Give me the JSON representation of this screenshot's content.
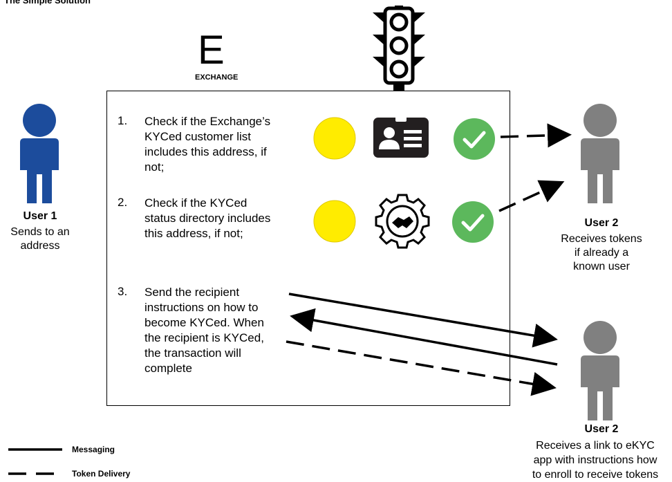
{
  "title": "The Simple Solution",
  "exchange": {
    "logo_letter": "E",
    "logo_label": "EXCHANGE"
  },
  "steps": [
    {
      "number": "1.",
      "lines": [
        "Check if the Exchange’s",
        "KYCed customer list",
        "includes this address, if",
        "not;"
      ]
    },
    {
      "number": "2.",
      "lines": [
        "Check if the KYCed",
        "status directory includes",
        "this address, if not;"
      ]
    },
    {
      "number": "3.",
      "lines": [
        "Send the recipient",
        "instructions on how to",
        "become KYCed. When",
        "the recipient is KYCed,",
        "the transaction will",
        "complete"
      ]
    }
  ],
  "user1": {
    "title": "User 1",
    "desc": [
      "Sends to an",
      "address"
    ]
  },
  "user2_known": {
    "title": "User 2",
    "desc": [
      "Receives tokens",
      "if already a",
      "known user"
    ]
  },
  "user2_new": {
    "title": "User 2",
    "desc": [
      "Receives a link to eKYC",
      "app with instructions how",
      "to enroll to receive tokens"
    ]
  },
  "legend": {
    "messaging": "Messaging",
    "token_delivery": "Token Delivery"
  },
  "colors": {
    "user1": "#1c4c9c",
    "user2": "#808080",
    "pending": "#ffec00",
    "approved": "#5cb85c"
  },
  "icons": [
    "traffic-light-icon",
    "id-card-icon",
    "handshake-gear-icon",
    "check-icon",
    "person-icon"
  ]
}
